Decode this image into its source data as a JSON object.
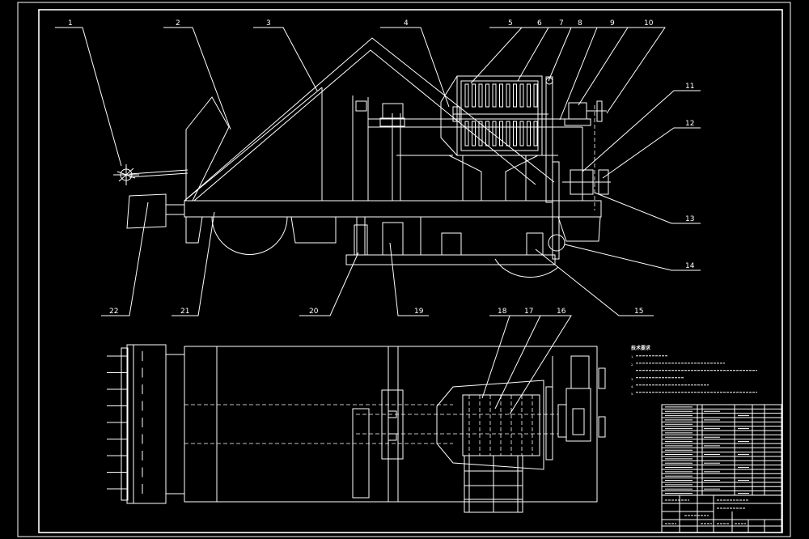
{
  "drawing": {
    "colors": {
      "background": "#000000",
      "line": "#ffffff"
    },
    "part_labels": [
      {
        "id": "label-1",
        "text": "1"
      },
      {
        "id": "label-2",
        "text": "2"
      },
      {
        "id": "label-3",
        "text": "3"
      },
      {
        "id": "label-4",
        "text": "4"
      },
      {
        "id": "label-5",
        "text": "5"
      },
      {
        "id": "label-6",
        "text": "6"
      },
      {
        "id": "label-7",
        "text": "7"
      },
      {
        "id": "label-8",
        "text": "8"
      },
      {
        "id": "label-9",
        "text": "9"
      },
      {
        "id": "label-10",
        "text": "10"
      },
      {
        "id": "label-11",
        "text": "11"
      },
      {
        "id": "label-12",
        "text": "12"
      },
      {
        "id": "label-13",
        "text": "13"
      },
      {
        "id": "label-14",
        "text": "14"
      },
      {
        "id": "label-15",
        "text": "15"
      },
      {
        "id": "label-16",
        "text": "16"
      },
      {
        "id": "label-17",
        "text": "17"
      },
      {
        "id": "label-18",
        "text": "18"
      },
      {
        "id": "label-19",
        "text": "19"
      },
      {
        "id": "label-20",
        "text": "20"
      },
      {
        "id": "label-21",
        "text": "21"
      },
      {
        "id": "label-22",
        "text": "22"
      }
    ],
    "tech_requirements": {
      "title": "技术要求",
      "lines": [
        "1.",
        "2.",
        "",
        "3.",
        "4.",
        "5."
      ]
    },
    "title_block": {
      "name": "",
      "sheet": ""
    }
  }
}
